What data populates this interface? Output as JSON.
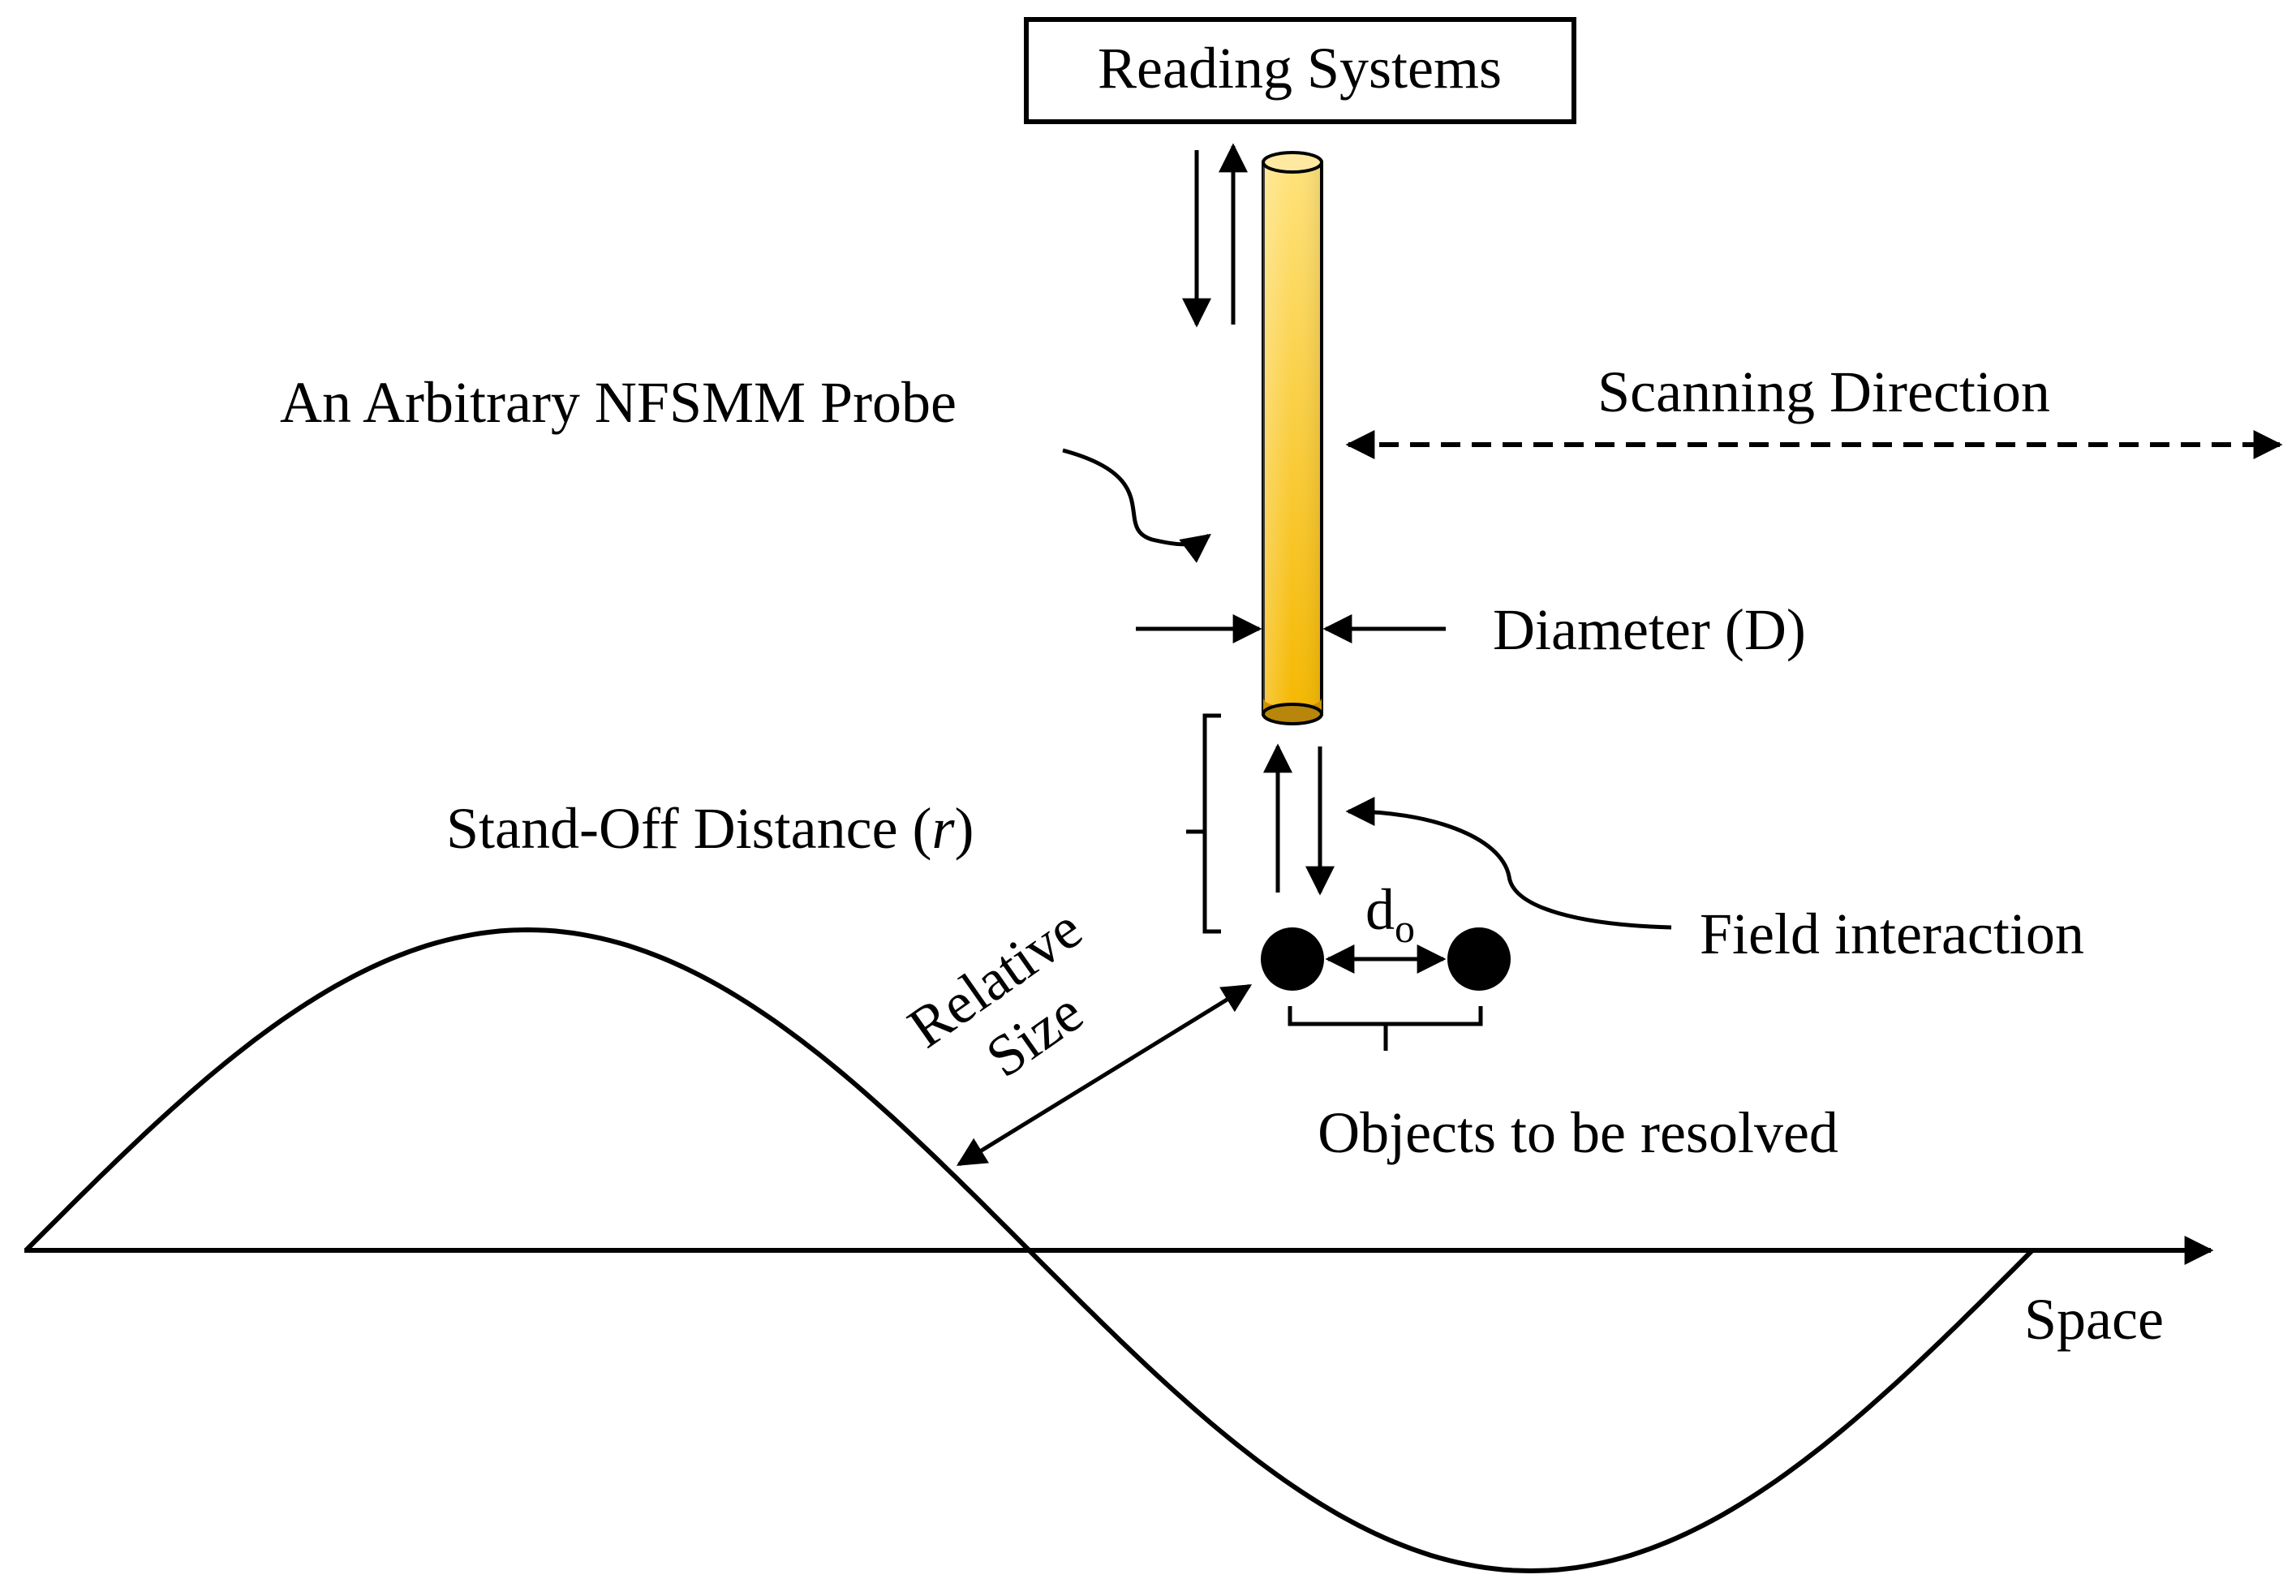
{
  "diagram": {
    "reading_systems": "Reading Systems",
    "probe_label": "An Arbitrary NFSMM Probe",
    "scanning_direction": "Scanning Direction",
    "diameter": "Diameter (D)",
    "standoff_prefix": "Stand-Off Distance (",
    "standoff_var": "r",
    "standoff_suffix": ")",
    "field_interaction": "Field interaction",
    "d_main": "d",
    "d_sub": "o",
    "relative": "Relative",
    "size": "Size",
    "objects": "Objects to be resolved",
    "space": "Space"
  },
  "colors": {
    "probe_top": "#FFE27A",
    "probe_bottom": "#F5B800",
    "probe_tip": "#B8860B",
    "ink": "#000000"
  }
}
